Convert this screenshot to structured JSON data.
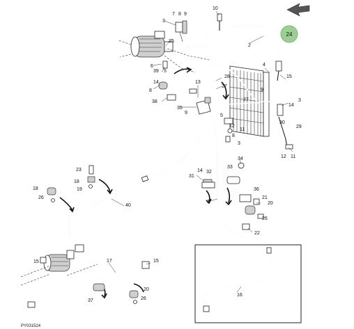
{
  "diagram": {
    "reference_code": "PY031524",
    "page_number": "24",
    "callouts": [
      {
        "id": "c10",
        "label": "10"
      },
      {
        "id": "c7a",
        "label": "7"
      },
      {
        "id": "c8a",
        "label": "8"
      },
      {
        "id": "c9a",
        "label": "9"
      },
      {
        "id": "c3a",
        "label": "3"
      },
      {
        "id": "c25",
        "label": "25"
      },
      {
        "id": "c2",
        "label": "2"
      },
      {
        "id": "c6",
        "label": "6"
      },
      {
        "id": "c39",
        "label": "39"
      },
      {
        "id": "c5a",
        "label": "5"
      },
      {
        "id": "c14a",
        "label": "14"
      },
      {
        "id": "c8b",
        "label": "8"
      },
      {
        "id": "c38",
        "label": "38"
      },
      {
        "id": "c13",
        "label": "13"
      },
      {
        "id": "c28",
        "label": "28"
      },
      {
        "id": "c27a",
        "label": "27"
      },
      {
        "id": "c4",
        "label": "4"
      },
      {
        "id": "c15a",
        "label": "15"
      },
      {
        "id": "c9b",
        "label": "9"
      },
      {
        "id": "c27b",
        "label": "27"
      },
      {
        "id": "c35",
        "label": "35"
      },
      {
        "id": "c9c",
        "label": "9"
      },
      {
        "id": "c5b",
        "label": "5"
      },
      {
        "id": "c3b",
        "label": "3"
      },
      {
        "id": "c14b",
        "label": "14"
      },
      {
        "id": "c12a",
        "label": "12"
      },
      {
        "id": "c11a",
        "label": "11"
      },
      {
        "id": "c8c",
        "label": "8"
      },
      {
        "id": "c3c",
        "label": "3"
      },
      {
        "id": "c30",
        "label": "30"
      },
      {
        "id": "c29",
        "label": "29"
      },
      {
        "id": "c12b",
        "label": "12"
      },
      {
        "id": "c11b",
        "label": "11"
      },
      {
        "id": "c34",
        "label": "34"
      },
      {
        "id": "c33",
        "label": "33"
      },
      {
        "id": "c23",
        "label": "23"
      },
      {
        "id": "c18a",
        "label": "18"
      },
      {
        "id": "c19",
        "label": "19"
      },
      {
        "id": "c14c",
        "label": "14"
      },
      {
        "id": "c32",
        "label": "32"
      },
      {
        "id": "c31",
        "label": "31"
      },
      {
        "id": "c18b",
        "label": "18"
      },
      {
        "id": "c26a",
        "label": "26"
      },
      {
        "id": "c40",
        "label": "40"
      },
      {
        "id": "c36",
        "label": "36"
      },
      {
        "id": "c1",
        "label": "1"
      },
      {
        "id": "c21",
        "label": "21"
      },
      {
        "id": "c20a",
        "label": "20"
      },
      {
        "id": "c26b",
        "label": "26"
      },
      {
        "id": "c22",
        "label": "22"
      },
      {
        "id": "c15b",
        "label": "15"
      },
      {
        "id": "c17",
        "label": "17"
      },
      {
        "id": "c15c",
        "label": "15"
      },
      {
        "id": "c16",
        "label": "16"
      },
      {
        "id": "c37",
        "label": "37"
      },
      {
        "id": "c20b",
        "label": "20"
      },
      {
        "id": "c26c",
        "label": "26"
      }
    ]
  }
}
